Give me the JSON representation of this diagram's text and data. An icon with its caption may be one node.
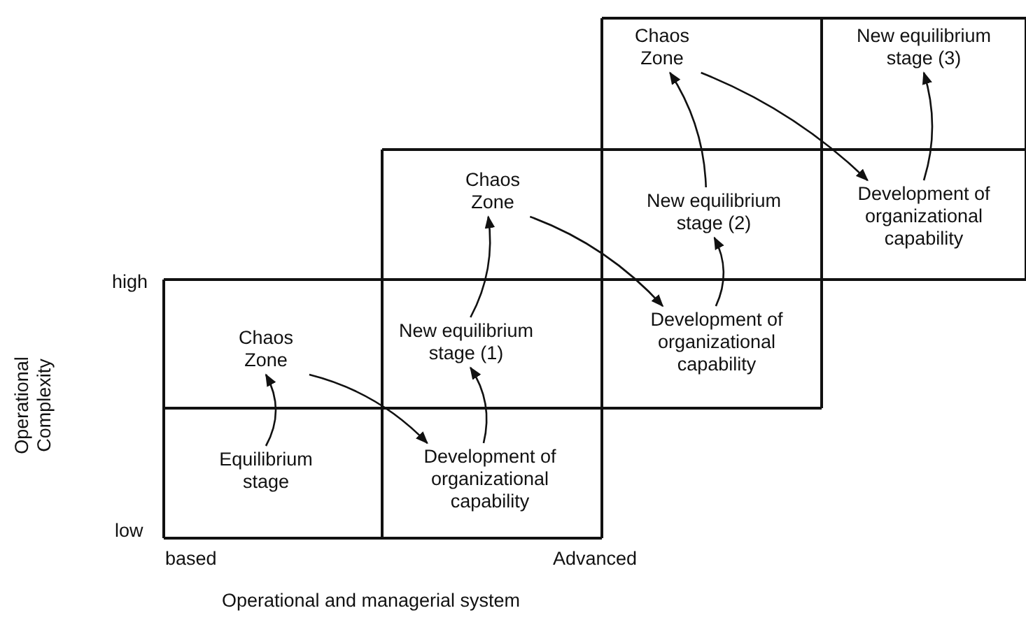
{
  "diagram": {
    "nodes": [
      {
        "text": [
          "Chaos Zone"
        ]
      },
      {
        "text": [
          "New equilibrium stage (3)"
        ]
      },
      {
        "text": [
          "Chaos Zone"
        ]
      },
      {
        "text": [
          "New equilibrium stage (2)"
        ]
      },
      {
        "text": [
          "Development of organizational capability"
        ]
      },
      {
        "text": [
          "Chaos Zone"
        ]
      },
      {
        "text": [
          "New equilibrium stage (1)"
        ]
      },
      {
        "text": [
          "Development of organizational capability"
        ]
      },
      {
        "text": [
          "Equilibrium stage"
        ]
      },
      {
        "text": [
          "Development of organizational capability"
        ]
      }
    ],
    "edges": [
      {
        "from": 8,
        "to": 5,
        "arrow": "to"
      },
      {
        "from": 5,
        "to": 9,
        "arrow": "to"
      },
      {
        "from": 9,
        "to": 6,
        "arrow": "to"
      },
      {
        "from": 6,
        "to": 2,
        "arrow": "to"
      },
      {
        "from": 2,
        "to": 7,
        "arrow": "to"
      },
      {
        "from": 7,
        "to": 3,
        "arrow": "to"
      },
      {
        "from": 3,
        "to": 0,
        "arrow": "to"
      },
      {
        "from": 0,
        "to": 4,
        "arrow": "to"
      },
      {
        "from": 4,
        "to": 1,
        "arrow": "to"
      }
    ],
    "labels": [
      "high",
      "Operational Complexity",
      "low",
      "based",
      "Advanced",
      "Operational and managerial system"
    ]
  }
}
